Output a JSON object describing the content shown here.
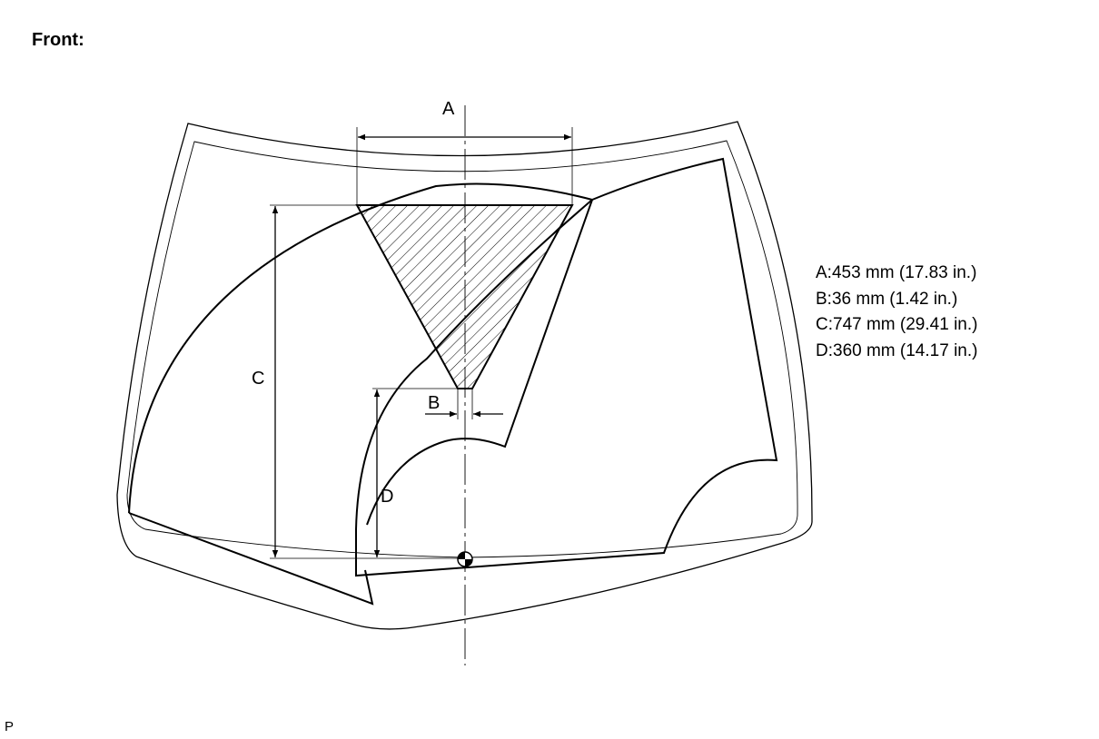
{
  "heading": "Front:",
  "labels": {
    "a": "A",
    "b": "B",
    "c": "C",
    "d": "D"
  },
  "specs": [
    "A:453 mm (17.83 in.)",
    "B:36 mm (1.42 in.)",
    "C:747 mm (29.41 in.)",
    "D:360 mm (14.17 in.)"
  ],
  "corner_mark": "P"
}
